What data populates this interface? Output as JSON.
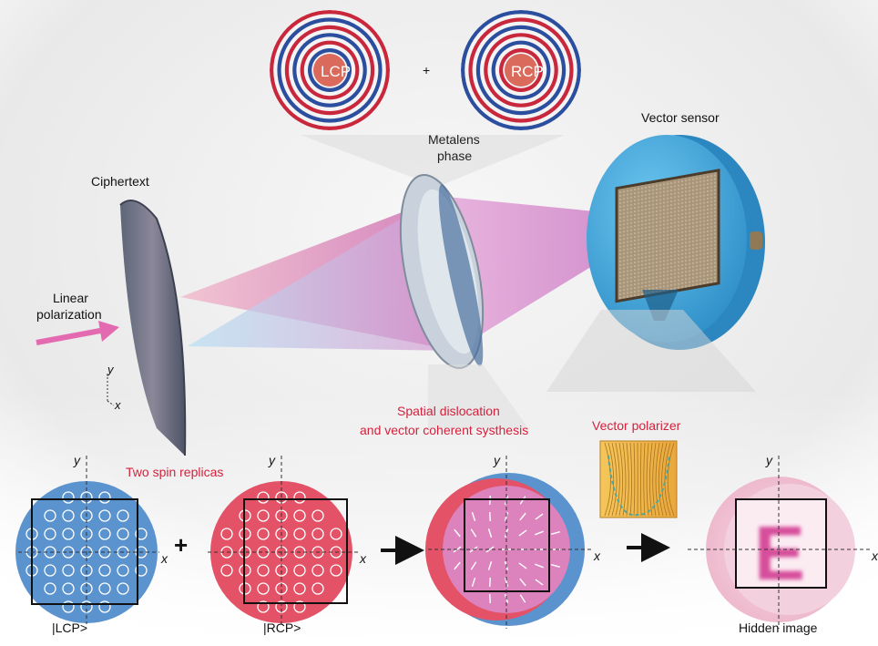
{
  "labels": {
    "lcp_top": "LCP",
    "plus_top": "+",
    "rcp_top": "RCP",
    "metalens": [
      "Metalens",
      "phase"
    ],
    "vector_sensor": "Vector sensor",
    "ciphertext": "Ciphertext",
    "linear_polarization": [
      "Linear",
      "polarization"
    ],
    "axis_y": "y",
    "axis_x": "x",
    "spatial_dislocation": [
      "Spatial dislocation",
      "and vector coherent systhesis"
    ],
    "vector_polarizer": "Vector polarizer",
    "two_spin_replicas": "Two spin replicas",
    "plus_bottom": "+",
    "lcp_ket": "|LCP>",
    "rcp_ket": "|RCP>",
    "hidden_image": "Hidden image",
    "hidden_letter": "E"
  },
  "colors": {
    "accent_red": "#d3213d",
    "lcp_blue": "#5b93cf",
    "rcp_red": "#e35266",
    "pink_beam": "#d88ac0",
    "sensor_blue": "#41a6d9",
    "letter_pink": "#d64d9b"
  }
}
